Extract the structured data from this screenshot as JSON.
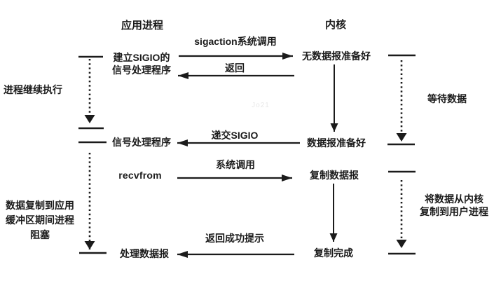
{
  "colors": {
    "ink": "#1b1b1b",
    "background": "#ffffff",
    "watermark": "#e8e8e8"
  },
  "headers": {
    "app_process": "应用进程",
    "kernel": "内核"
  },
  "watermark": "Jo21",
  "app_column": {
    "establish_sigio_line1": "建立SIGIO的",
    "establish_sigio_line2": "信号处理程序",
    "signal_handler": "信号处理程序",
    "recvfrom": "recvfrom",
    "process_datagram": "处理数据报"
  },
  "kernel_column": {
    "no_datagram_ready": "无数据报准备好",
    "datagram_ready": "数据报准备好",
    "copy_datagram": "复制数据报",
    "copy_complete": "复制完成"
  },
  "arrow_labels": {
    "sigaction_syscall": "sigaction系统调用",
    "return": "返回",
    "deliver_sigio": "递交SIGIO",
    "syscall": "系统调用",
    "return_success": "返回成功提示"
  },
  "side_notes": {
    "process_continues": "进程继续执行",
    "wait_for_data": "等待数据",
    "blocked_line1": "数据复制到应用",
    "blocked_line2": "缓冲区期间进程",
    "blocked_line3": "阻塞",
    "copy_note_line1": "将数据从内核",
    "copy_note_line2": "复制到用户进程"
  }
}
